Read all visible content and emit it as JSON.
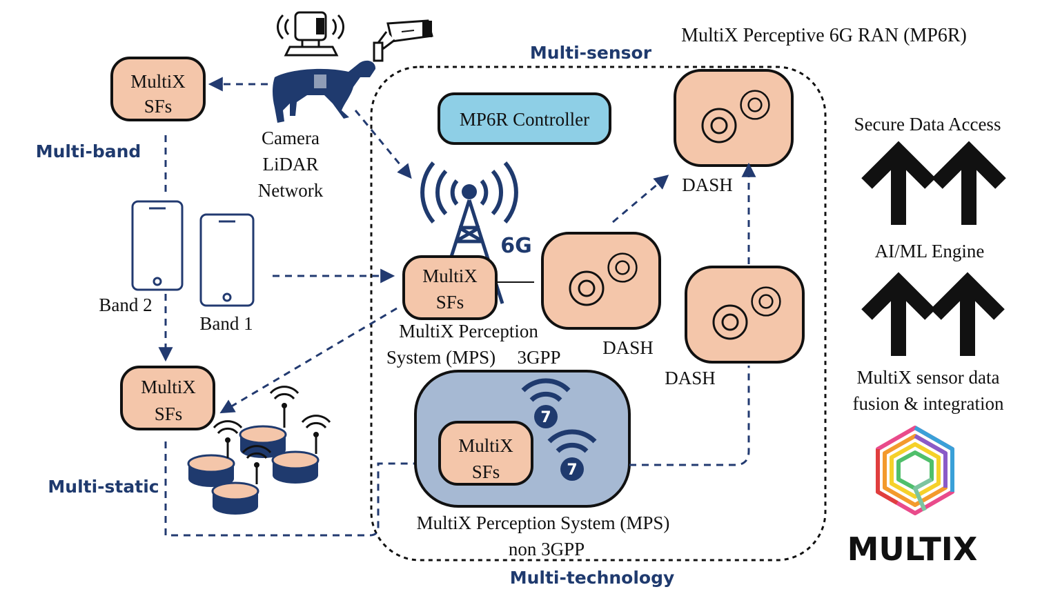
{
  "title": "MultiX Perceptive 6G RAN (MP6R)",
  "dimensions": {
    "multi_sensor": "Multi-sensor",
    "multi_band": "Multi-band",
    "multi_static": "Multi-static",
    "multi_technology": "Multi-technology"
  },
  "sf_box": {
    "line1": "MultiX",
    "line2": "SFs"
  },
  "controller": "MP6R Controller",
  "sensors": {
    "line1": "Camera",
    "line2": "LiDAR",
    "line3": "Network"
  },
  "bands": {
    "band2": "Band 2",
    "band1": "Band 1"
  },
  "mps_3gpp": {
    "line1": "MultiX Perception",
    "line2": "System (MPS)",
    "tag": "3GPP"
  },
  "mps_non3gpp": {
    "line1": "MultiX Perception System (MPS)",
    "line2": "non 3GPP"
  },
  "dash_label": "DASH",
  "tower_label": "6G",
  "wifi_label": "7",
  "stack": {
    "top": "Secure Data Access",
    "middle": "AI/ML Engine",
    "bottom_line1": "MultiX sensor data",
    "bottom_line2": "fusion & integration"
  },
  "logo_text": "MULTIX",
  "colors": {
    "sf_fill": "#f4c6aa",
    "controller_fill": "#8ecfe6",
    "non3gpp_fill": "#a6b9d3",
    "accent_navy": "#1f3a6e"
  }
}
